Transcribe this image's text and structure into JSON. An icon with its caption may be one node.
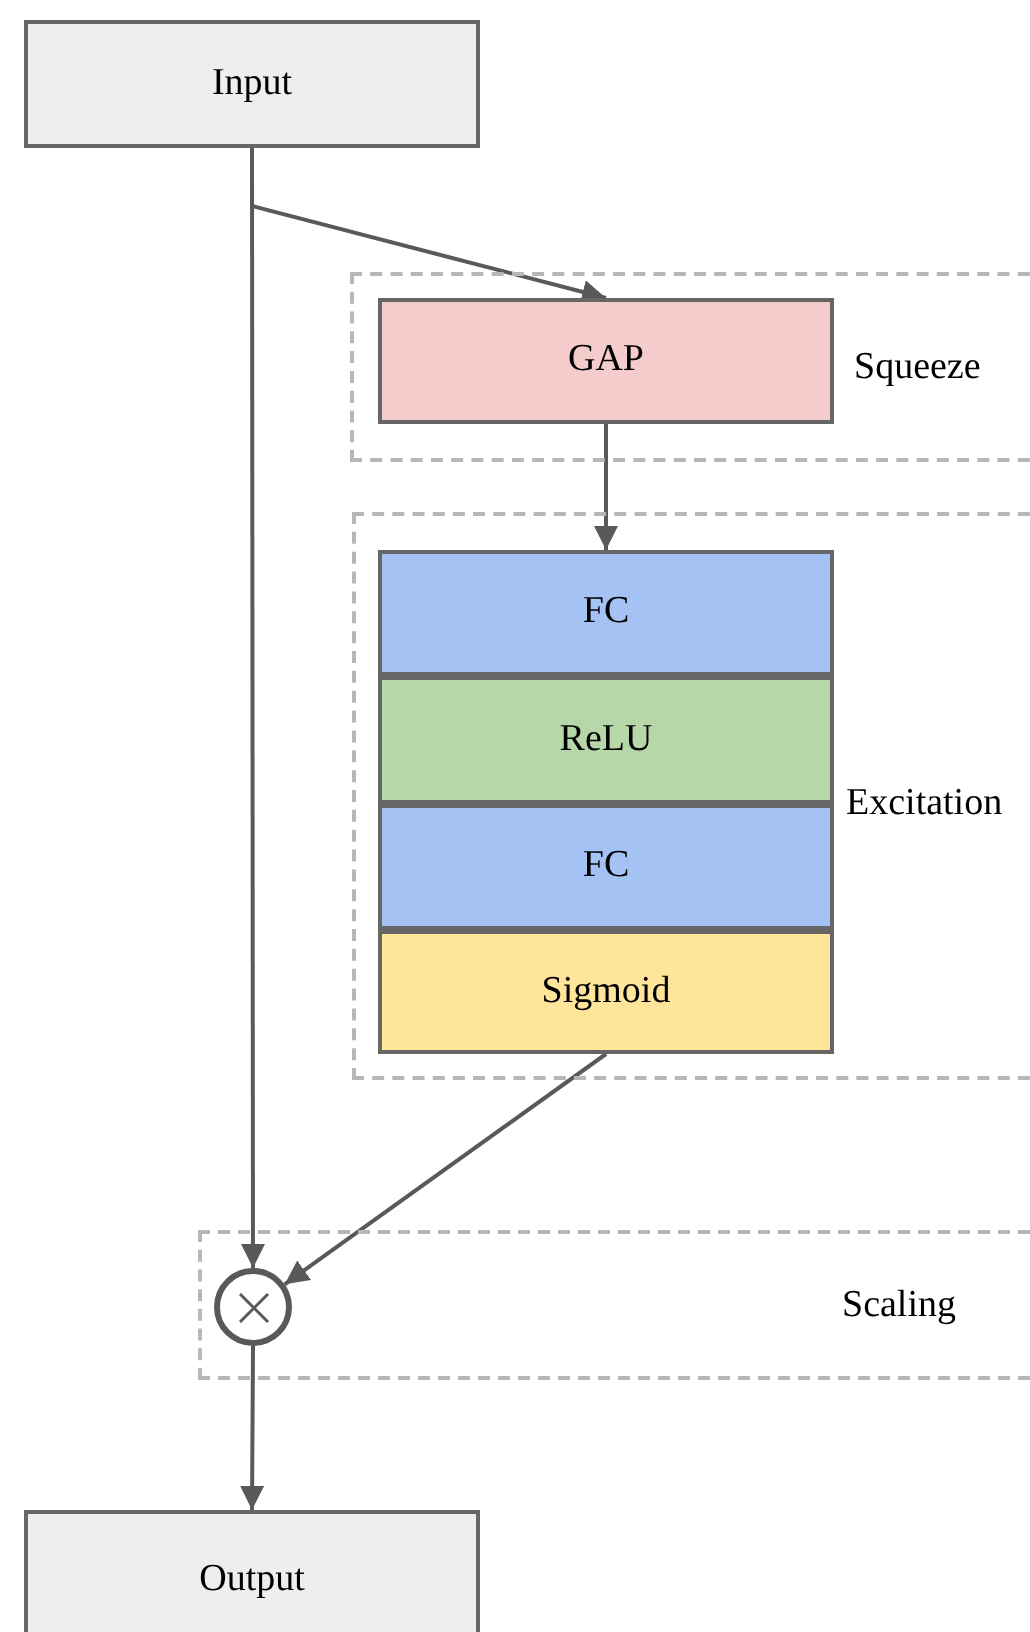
{
  "diagram": {
    "nodes": [
      {
        "text": [
          "Input"
        ]
      },
      {
        "text": [
          "Squeeze"
        ]
      },
      {
        "text": [
          "GAP"
        ],
        "in": 1
      },
      {
        "text": [
          "Excitation"
        ]
      },
      {
        "text": [
          "FC"
        ],
        "in": 3
      },
      {
        "text": [
          "ReLU"
        ],
        "in": 3
      },
      {
        "text": [
          "FC"
        ],
        "in": 3
      },
      {
        "text": [
          "Sigmoid"
        ],
        "in": 3
      },
      {
        "text": [
          "Scaling"
        ]
      },
      {
        "text": [],
        "shape": "circle",
        "in": 8
      },
      {
        "text": [
          "Output"
        ]
      }
    ],
    "edges": [
      {
        "from": 0,
        "to": 2,
        "arrow": "to"
      },
      {
        "from": 0,
        "to": 9,
        "arrow": "to"
      },
      {
        "from": 2,
        "to": 4,
        "arrow": "to"
      },
      {
        "from": 7,
        "to": 9,
        "arrow": "to"
      },
      {
        "from": 9,
        "to": 10,
        "arrow": "to"
      }
    ]
  }
}
